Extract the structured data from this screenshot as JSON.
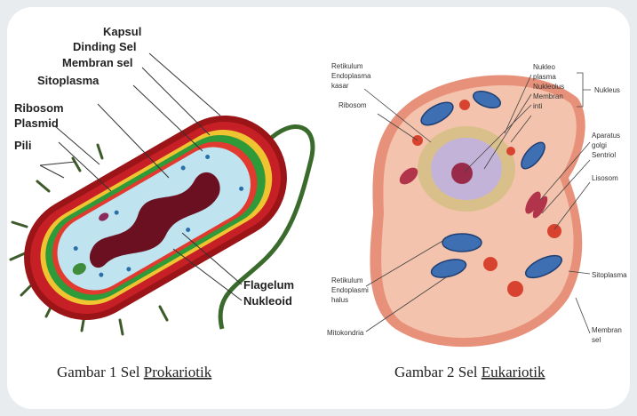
{
  "prokaryote": {
    "labels": {
      "kapsul": "Kapsul",
      "dinding_sel": "Dinding Sel",
      "membran_sel": "Membran sel",
      "sitoplasma": "Sitoplasma",
      "ribosom": "Ribosom",
      "plasmid": "Plasmid",
      "pili": "Pili",
      "flagelum": "Flagelum",
      "nukleoid": "Nukleoid"
    },
    "caption_prefix": "Gambar 1 Sel ",
    "caption_underlined": "Prokariotik"
  },
  "eukaryote": {
    "labels": {
      "retikulum_kasar_1": "Retikulum",
      "retikulum_kasar_2": "Endoplasma",
      "retikulum_kasar_3": "kasar",
      "ribosom": "Ribosom",
      "nukleoplasma_1": "Nukleo",
      "nukleoplasma_2": "plasma",
      "nukleolus": "Nukleolus",
      "membran_inti_1": "Membran",
      "membran_inti_2": "inti",
      "nukleus": "Nukleus",
      "aparatus_1": "Aparatus",
      "aparatus_2": "golgi",
      "sentriol": "Sentriol",
      "lisosom": "Lisosom",
      "retikulum_halus_1": "Retikulum",
      "retikulum_halus_2": "Endoplasmi",
      "retikulum_halus_3": "halus",
      "sitoplasma": "Sitoplasma",
      "mitokondria": "Mitokondria",
      "membran_sel_1": "Membran",
      "membran_sel_2": "sel"
    },
    "caption_prefix": "Gambar 2  Sel ",
    "caption_underlined": "Eukariotik"
  }
}
